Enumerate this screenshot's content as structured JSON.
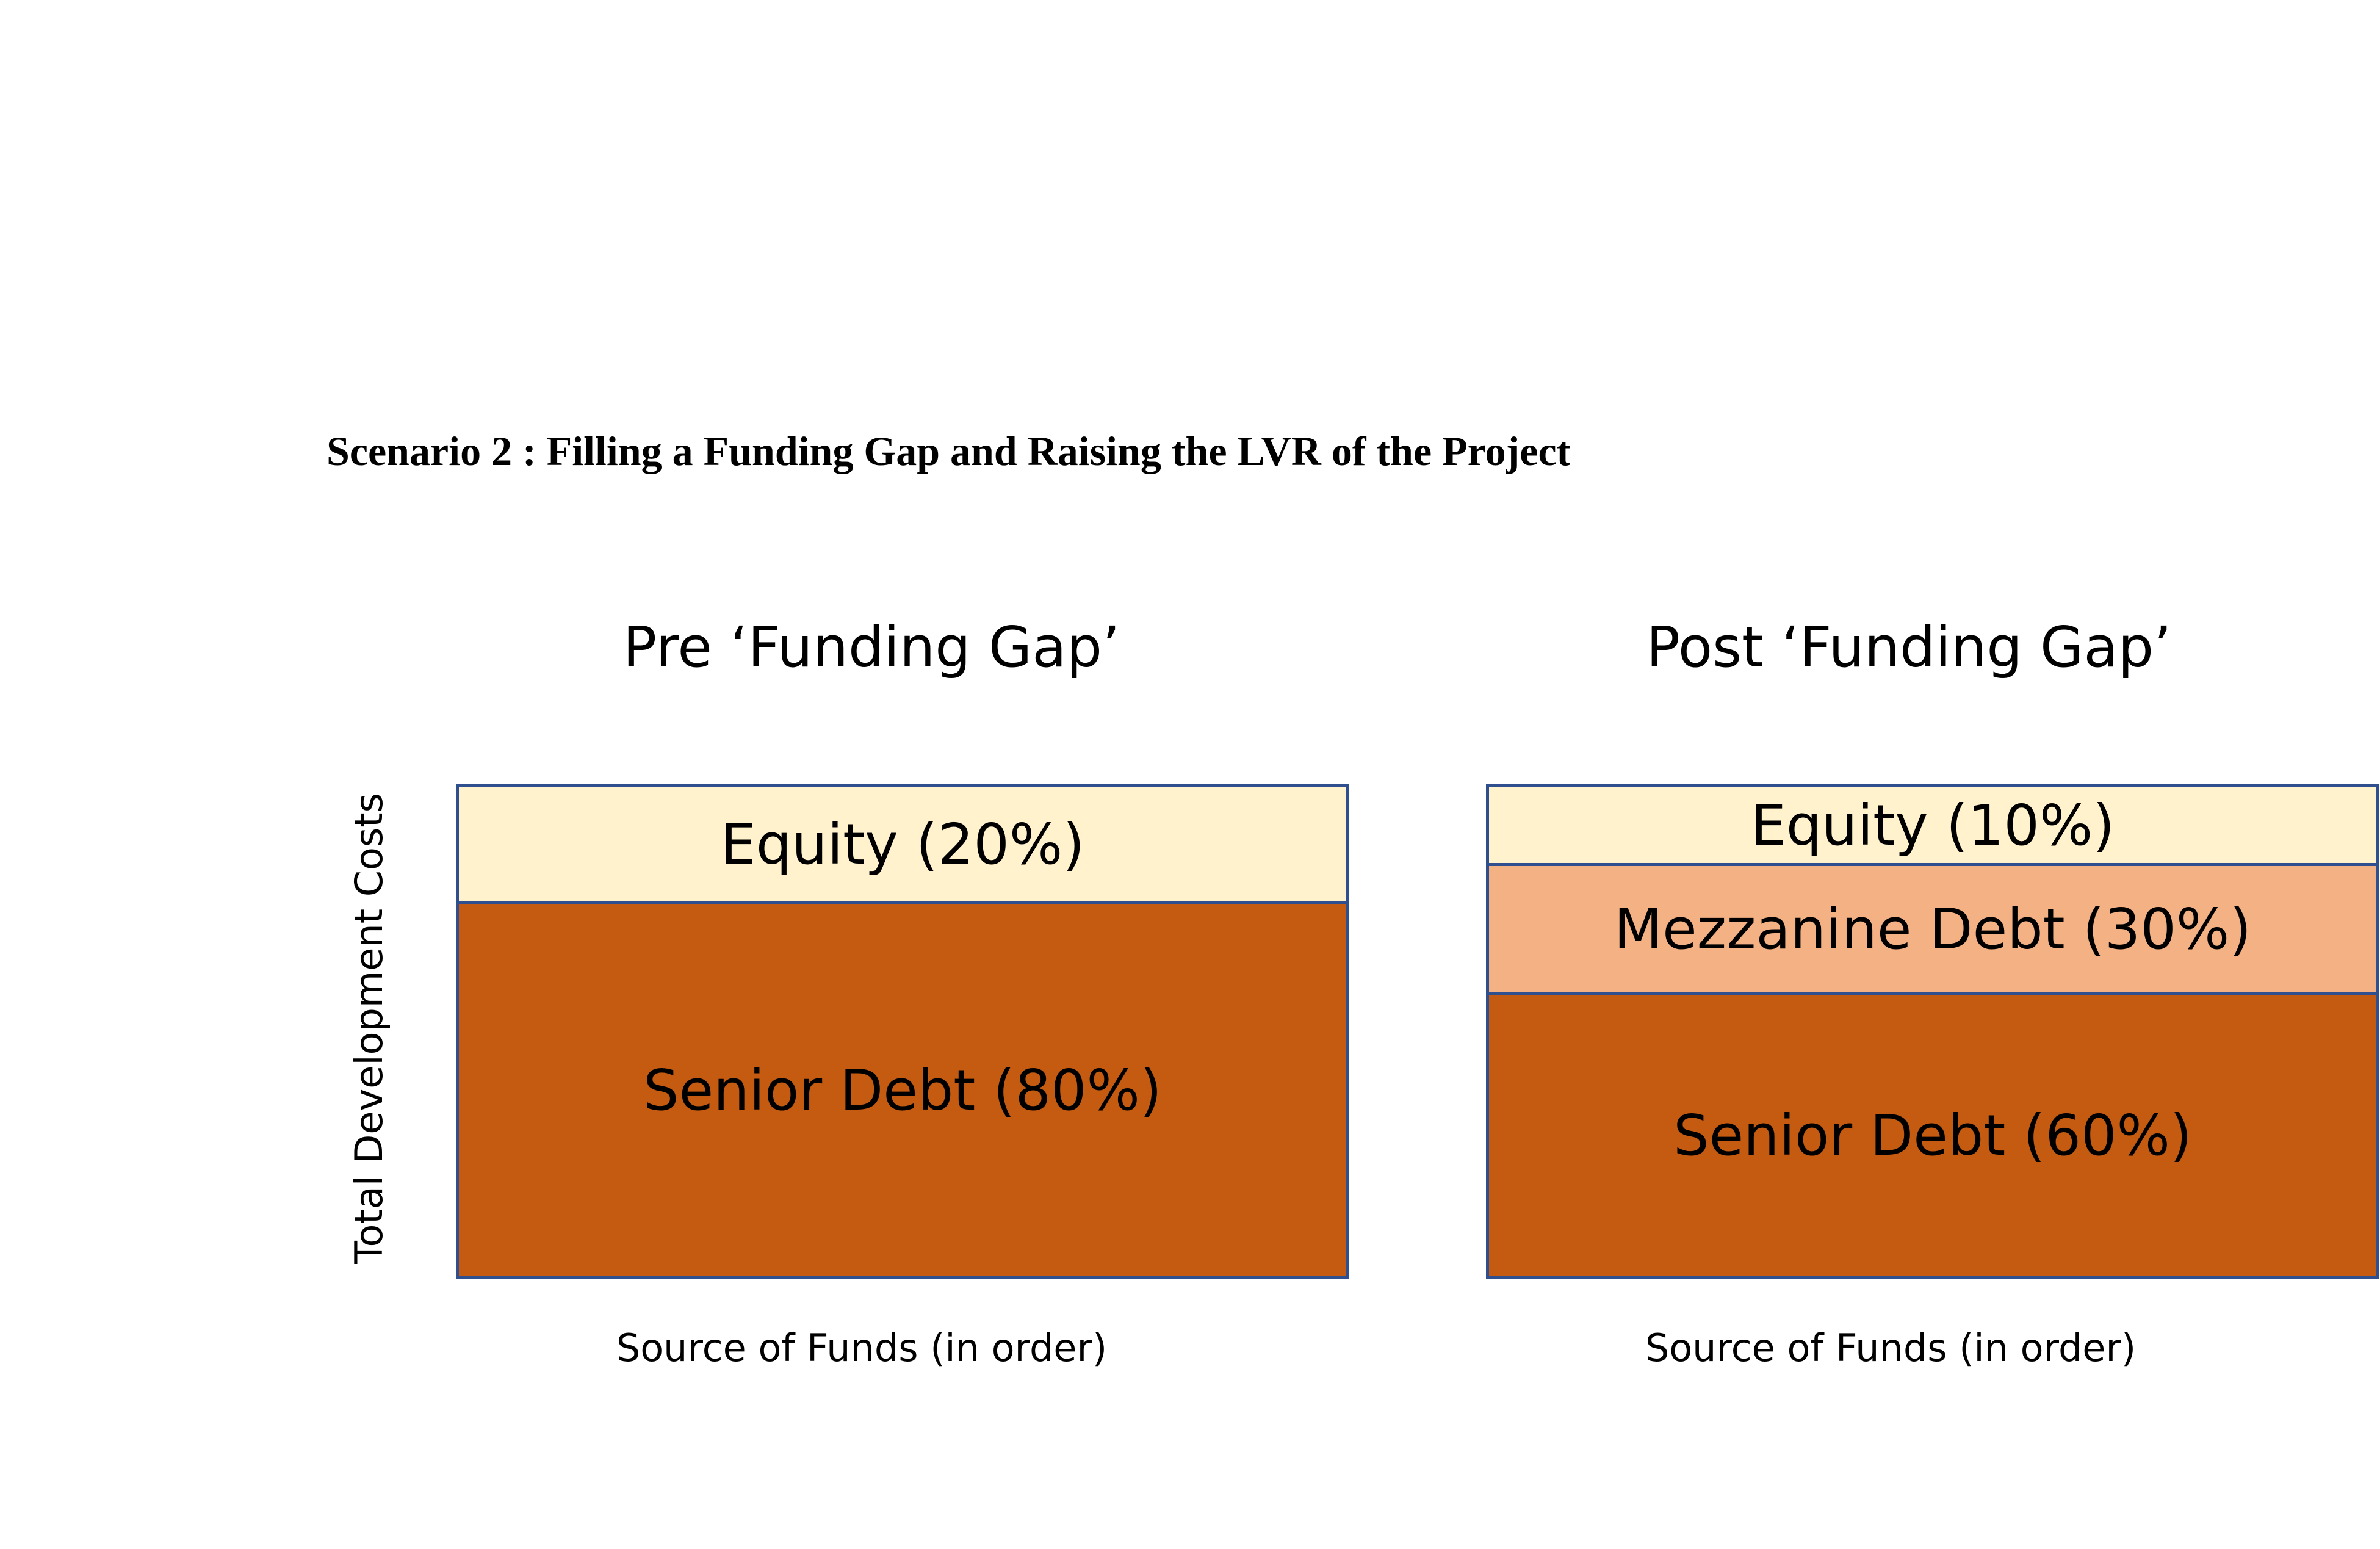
{
  "heading": "Scenario 2 : Filling a Funding Gap and Raising the LVR of the Project",
  "y_axis_label": "Total Development Costs",
  "colors": {
    "border": "#2f4f8f",
    "equity": "#fff2cc",
    "mezzanine_debt": "#f4b183",
    "senior_debt": "#c55a11"
  },
  "panels": [
    {
      "title": "Pre ‘Funding Gap’",
      "x_axis_label": "Source of Funds (in order)",
      "segments": [
        {
          "label": "Equity (20%)",
          "share": 0.2,
          "color_key": "equity"
        },
        {
          "label": "Senior Debt (80%)",
          "share": 0.8,
          "color_key": "senior_debt"
        }
      ]
    },
    {
      "title": "Post ‘Funding Gap’",
      "x_axis_label": "Source of Funds (in order)",
      "segments": [
        {
          "label": "Equity (10%)",
          "share": 0.1,
          "color_key": "equity"
        },
        {
          "label": "Mezzanine Debt (30%)",
          "share": 0.3,
          "color_key": "mezzanine_debt"
        },
        {
          "label": "Senior Debt (60%)",
          "share": 0.6,
          "color_key": "senior_debt"
        }
      ]
    }
  ]
}
